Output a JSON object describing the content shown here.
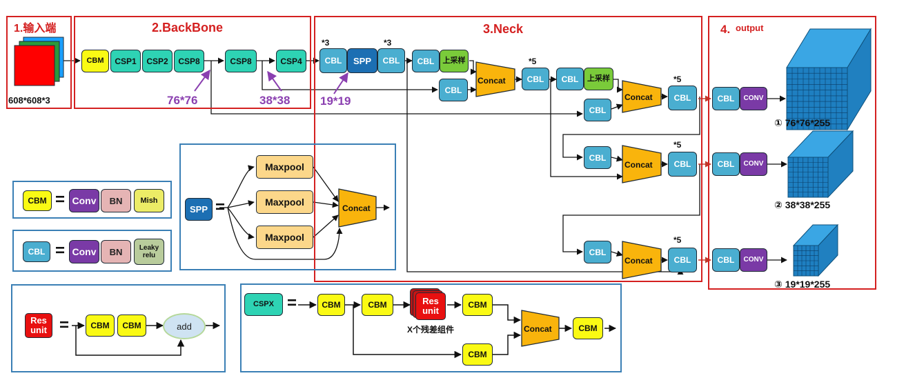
{
  "sections": {
    "input": "1.输入端",
    "backbone": "2.BackBone",
    "neck": "3.Neck",
    "output_num": "4.",
    "output_word": "output"
  },
  "input_size": "608*608*3",
  "backbone": {
    "cbm": "CBM",
    "csp1": "CSP1",
    "csp2": "CSP2",
    "csp8a": "CSP8",
    "csp8b": "CSP8",
    "csp4": "CSP4"
  },
  "scales": {
    "s76": "76*76",
    "s38": "38*38",
    "s19": "19*19"
  },
  "labels": {
    "cbl": "CBL",
    "spp": "SPP",
    "upsample": "上采样",
    "concat": "Concat",
    "conv": "CONV",
    "times3": "*3",
    "times5": "*5",
    "equals": "="
  },
  "outputs": [
    "① 76*76*255",
    "② 38*38*255",
    "③ 19*19*255"
  ],
  "legend": {
    "cbm": "CBM",
    "cbl": "CBL",
    "conv": "Conv",
    "bn": "BN",
    "mish": "Mish",
    "leaky_line1": "Leaky",
    "leaky_line2": "relu",
    "spp": "SPP",
    "maxpool": "Maxpool",
    "concat": "Concat",
    "res_line1": "Res",
    "res_line2": "unit",
    "add": "add",
    "cspx": "CSPX",
    "x_res": "X个残差组件"
  }
}
